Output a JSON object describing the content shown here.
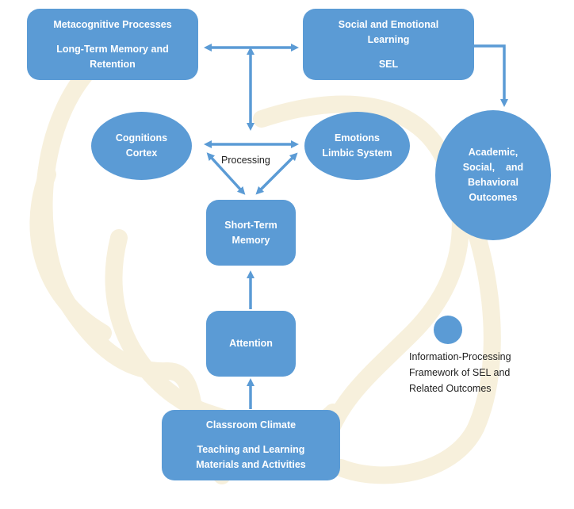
{
  "diagram": {
    "metacognitive": {
      "line1": "Metacognitive Processes",
      "line2": "Long-Term Memory and",
      "line3": "Retention"
    },
    "sel": {
      "line1": "Social and Emotional",
      "line2": "Learning",
      "line3": "SEL"
    },
    "cognitions": {
      "line1": "Cognitions",
      "line2": "Cortex"
    },
    "emotions": {
      "line1": "Emotions",
      "line2": "Limbic System"
    },
    "processing_label": "Processing",
    "short_term": {
      "line1": "Short-Term",
      "line2": "Memory"
    },
    "attention": {
      "label": "Attention"
    },
    "classroom": {
      "line1": "Classroom Climate",
      "line2": "Teaching and Learning",
      "line3": "Materials and Activities"
    },
    "outcomes": {
      "line1": "Academic,",
      "line2": "Social,    and",
      "line3": "Behavioral",
      "line4": "Outcomes"
    },
    "legend": {
      "line1": "Information-Processing",
      "line2": "Framework of SEL and",
      "line3": "Related Outcomes"
    }
  },
  "colors": {
    "node_fill": "#5b9bd5",
    "node_text": "#ffffff",
    "arrow": "#5b9bd5",
    "background_swirl": "#f7f0dc"
  }
}
